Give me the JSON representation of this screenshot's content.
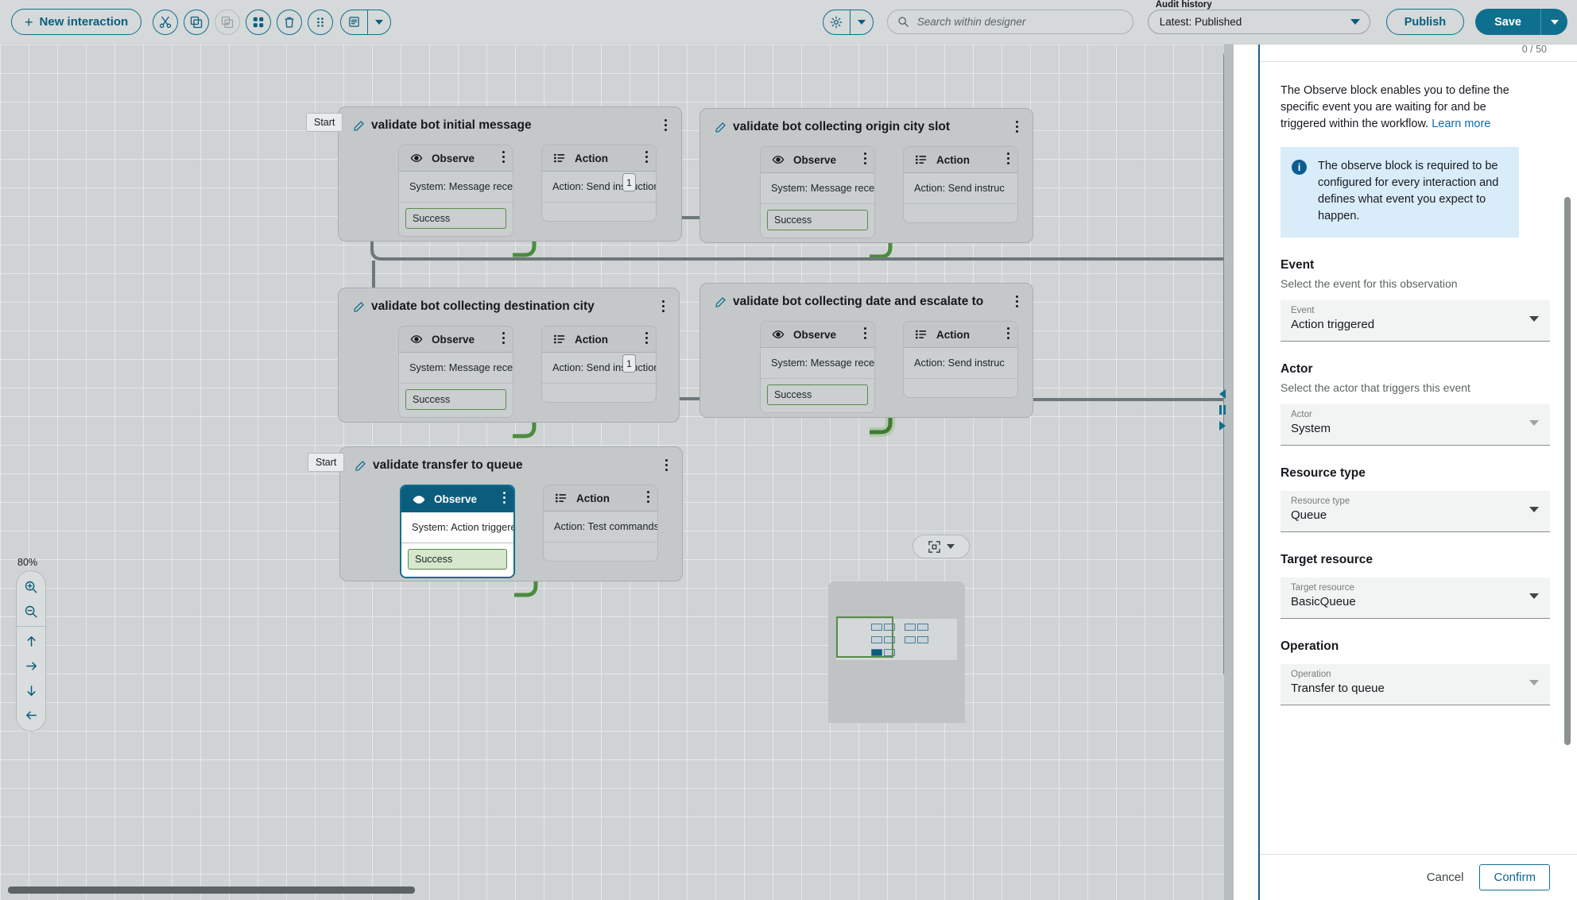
{
  "toolbar": {
    "new_interaction_label": "New interaction",
    "icons": [
      {
        "name": "cut-icon",
        "glyph": "✂"
      },
      {
        "name": "copy-icon",
        "glyph": "copy"
      },
      {
        "name": "paste-icon",
        "glyph": "paste",
        "disabled": true
      },
      {
        "name": "grid-blocks-icon",
        "glyph": "blocks"
      },
      {
        "name": "delete-trash-icon",
        "glyph": "trash"
      },
      {
        "name": "drag-dots-icon",
        "glyph": "dots"
      }
    ],
    "notes_icon": "notes-icon",
    "notes_caret_icon": "chevron-down-icon",
    "settings_icon": "gear-icon",
    "settings_caret_icon": "chevron-down-icon",
    "publish_label": "Publish",
    "save_label": "Save",
    "save_caret_icon": "chevron-down-icon"
  },
  "search": {
    "icon": "search-icon",
    "placeholder": "Search within designer",
    "value": ""
  },
  "audit_history": {
    "label": "Audit history",
    "selected": "Latest: Published",
    "caret_icon": "chevron-down-icon"
  },
  "canvas": {
    "zoom_level": "80%",
    "zoom_in_icon": "zoom-in-icon",
    "zoom_out_icon": "zoom-out-icon",
    "pan_up_icon": "arrow-up-icon",
    "pan_right_icon": "arrow-right-icon",
    "pan_down_icon": "arrow-down-icon",
    "pan_left_icon": "arrow-left-icon",
    "fit_to_screen_icon": "fit-to-screen-icon",
    "fit_caret_icon": "chevron-down-icon",
    "start_tag_label": "Start",
    "connector_badge_label": "1",
    "interactions": [
      {
        "title": "validate bot initial message",
        "has_start": true,
        "edit_icon": "pencil-icon",
        "menu_icon": "overflow-menu-icon",
        "blocks": [
          {
            "type": "Observe",
            "icon": "eye-icon",
            "body": "System: Message received",
            "outcome": "Success",
            "selected": false
          },
          {
            "type": "Action",
            "icon": "list-icon",
            "body": "Action: Send instruction",
            "selected": false
          }
        ]
      },
      {
        "title": "validate bot collecting origin city slot",
        "has_start": false,
        "edit_icon": "pencil-icon",
        "menu_icon": "overflow-menu-icon",
        "blocks": [
          {
            "type": "Observe",
            "icon": "eye-icon",
            "body": "System: Message received",
            "outcome": "Success",
            "selected": false
          },
          {
            "type": "Action",
            "icon": "list-icon",
            "body": "Action: Send instruc",
            "selected": false
          }
        ]
      },
      {
        "title": "validate bot collecting destination city",
        "has_start": false,
        "edit_icon": "pencil-icon",
        "menu_icon": "overflow-menu-icon",
        "blocks": [
          {
            "type": "Observe",
            "icon": "eye-icon",
            "body": "System: Message received",
            "outcome": "Success",
            "selected": false
          },
          {
            "type": "Action",
            "icon": "list-icon",
            "body": "Action: Send instruction",
            "selected": false
          }
        ]
      },
      {
        "title": "validate bot collecting date and escalate to",
        "has_start": false,
        "edit_icon": "pencil-icon",
        "menu_icon": "overflow-menu-icon",
        "blocks": [
          {
            "type": "Observe",
            "icon": "eye-icon",
            "body": "System: Message received",
            "outcome": "Success",
            "selected": false
          },
          {
            "type": "Action",
            "icon": "list-icon",
            "body": "Action: Send instruc",
            "selected": false
          }
        ]
      },
      {
        "title": "validate transfer to queue",
        "has_start": true,
        "edit_icon": "pencil-icon",
        "menu_icon": "overflow-menu-icon",
        "blocks": [
          {
            "type": "Observe",
            "icon": "eye-icon",
            "body": "System: Action triggered",
            "outcome": "Success",
            "selected": true
          },
          {
            "type": "Action",
            "icon": "list-icon",
            "body": "Action: Test commands",
            "selected": false
          }
        ]
      }
    ]
  },
  "panel": {
    "char_counter": "0 / 50",
    "description": "The Observe block enables you to define the specific event you are waiting for and be triggered within the workflow.",
    "learn_more_label": "Learn more",
    "alert": {
      "icon": "info-icon",
      "text": "The observe block is required to be configured for every interaction and defines what event you expect to happen."
    },
    "sections": [
      {
        "title": "Event",
        "subtitle": "Select the event for this observation",
        "field_label": "Event",
        "field_value": "Action triggered",
        "disabled": false
      },
      {
        "title": "Actor",
        "subtitle": "Select the actor that triggers this event",
        "field_label": "Actor",
        "field_value": "System",
        "disabled": true
      },
      {
        "title": "Resource type",
        "subtitle": "",
        "field_label": "Resource type",
        "field_value": "Queue",
        "disabled": false
      },
      {
        "title": "Target resource",
        "subtitle": "",
        "field_label": "Target resource",
        "field_value": "BasicQueue",
        "disabled": false
      },
      {
        "title": "Operation",
        "subtitle": "",
        "field_label": "Operation",
        "field_value": "Transfer to queue",
        "disabled": true
      }
    ],
    "cancel_label": "Cancel",
    "confirm_label": "Confirm"
  },
  "splitter": {
    "collapse_left_icon": "triangle-left-icon",
    "grip_icon": "grip-icon",
    "collapse_right_icon": "triangle-right-icon"
  },
  "colors": {
    "accent": "#0f6f8f",
    "panel_border": "#1c5e8c",
    "success": "#5a8a4a",
    "alert_bg": "#d9ecf9",
    "canvas_bg": "#cfd3d4"
  }
}
